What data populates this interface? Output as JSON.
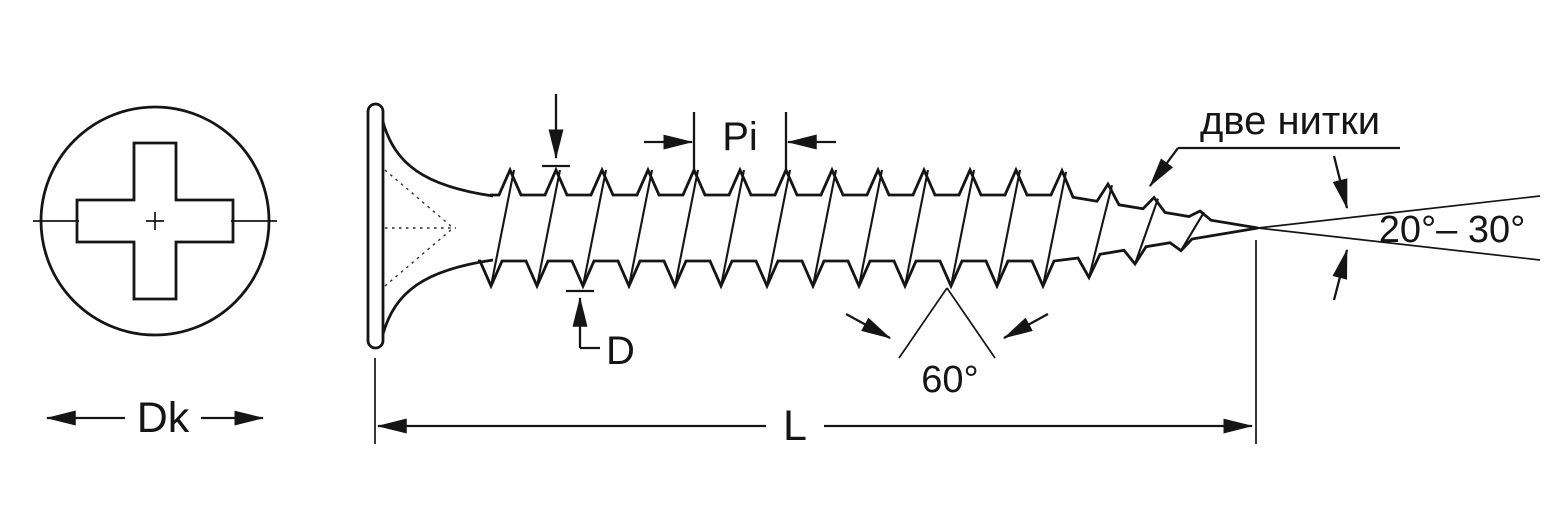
{
  "diagram": {
    "labels": {
      "pitch": "Pi",
      "diameter": "D",
      "double_thread": "две нитки",
      "point_angle": "20°– 30°",
      "flank_angle": "60°",
      "length": "L",
      "head_diameter": "Dk"
    },
    "colors": {
      "line": "#151515",
      "background": "#ffffff"
    }
  }
}
